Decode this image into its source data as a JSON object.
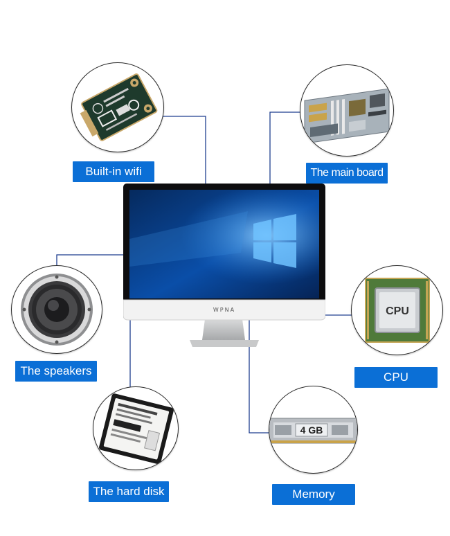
{
  "components": {
    "wifi": {
      "label": "Built-in wifi"
    },
    "mainboard": {
      "label": "The main board"
    },
    "speakers": {
      "label": "The speakers"
    },
    "cpu": {
      "label": "CPU",
      "chip_text": "CPU"
    },
    "harddisk": {
      "label": "The hard disk"
    },
    "memory": {
      "label": "Memory",
      "chip_text": "4 GB"
    }
  },
  "monitor": {
    "brand": "WPNA"
  },
  "colors": {
    "label_bg": "#0b6fd6",
    "line": "#1f3f8f",
    "screen": "#0a3a82"
  }
}
